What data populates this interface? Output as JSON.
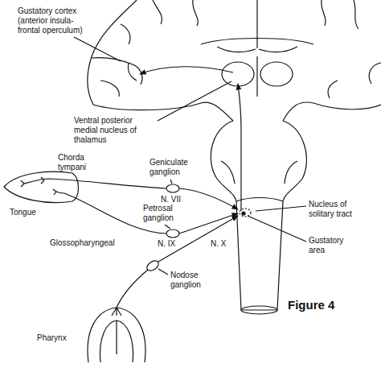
{
  "diagram": {
    "caption": "Figure 4",
    "labels": [
      "Gustatory cortex (anterior insula-frontal operculum)",
      "Ventral posterior medial nucleus of thalamus",
      "Chorda tympani",
      "Geniculate ganglion",
      "N. VII",
      "Petrosal ganglion",
      "N. IX",
      "Tongue",
      "Glossopharyngeal",
      "Nucleus of solitary tract",
      "Gustatory area",
      "N. X",
      "Nodose ganglion",
      "Pharynx"
    ]
  }
}
